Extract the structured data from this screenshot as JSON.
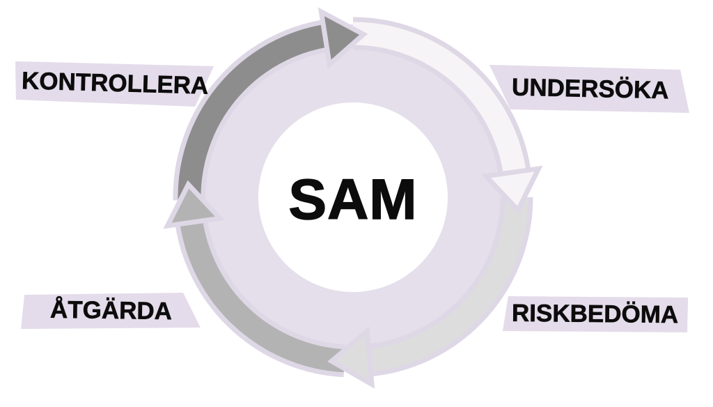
{
  "diagram": {
    "center_label": "SAM",
    "colors": {
      "ring": "#e5dfec",
      "halo": "#ded7e5",
      "label_bg": "#e4dcea",
      "center_bg": "#ffffff",
      "text": "#0c0c0c"
    },
    "steps": [
      {
        "id": "undersoka",
        "label": "UNDERSÖKA",
        "position": "top-right",
        "arrow_color": "#f6f4f6"
      },
      {
        "id": "riskbedoma",
        "label": "RISKBEDÖMA",
        "position": "bottom-right",
        "arrow_color": "#deddde"
      },
      {
        "id": "atgarda",
        "label": "ÅTGÄRDA",
        "position": "bottom-left",
        "arrow_color": "#b4b3b4"
      },
      {
        "id": "kontrollera",
        "label": "KONTROLLERA",
        "position": "top-left",
        "arrow_color": "#8d8d8d"
      }
    ]
  }
}
